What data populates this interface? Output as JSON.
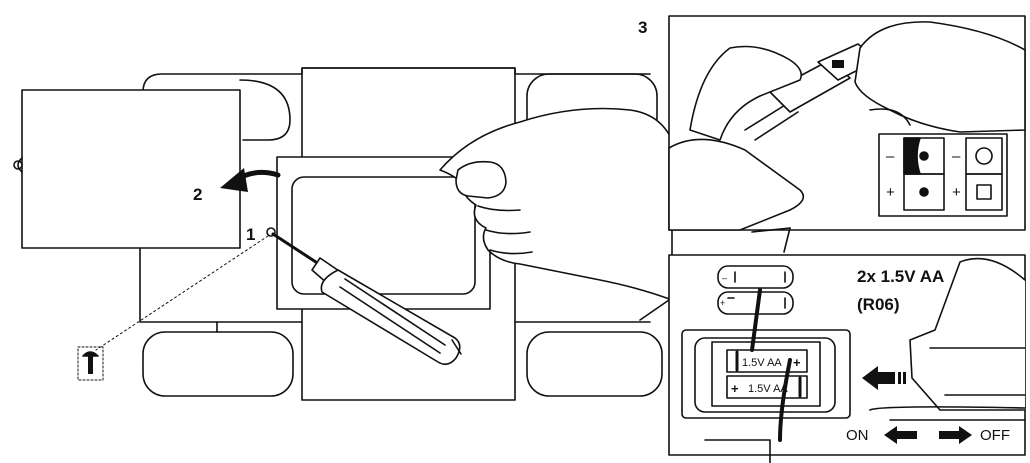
{
  "steps": {
    "one": "1",
    "two": "2",
    "three": "3"
  },
  "battery": {
    "line1": "2x 1.5V AA",
    "line2": "(R06)"
  },
  "battery_cells": {
    "top": "1.5V AA",
    "bottom": "1.5V AA"
  },
  "polarity": {
    "minus": "–",
    "plus": "+"
  },
  "switch": {
    "on": "ON",
    "off": "OFF"
  },
  "colors": {
    "ink": "#111111",
    "paper": "#ffffff"
  },
  "icons": [
    "screw-icon",
    "screwdriver-icon",
    "hand-icon",
    "curved-arrow-icon",
    "connector-plug-icon",
    "aa-battery-icon",
    "insert-arrow-icon",
    "arrow-left-icon",
    "arrow-right-icon"
  ]
}
